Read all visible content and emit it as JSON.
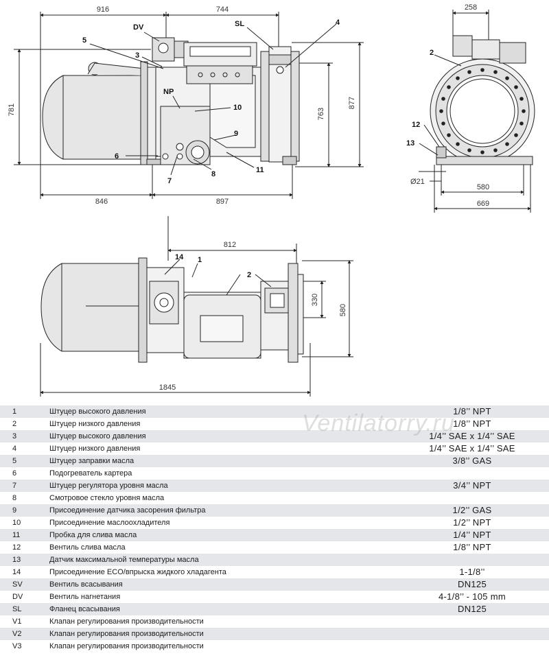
{
  "drawing": {
    "side_view": {
      "dims_top": [
        "916",
        "744"
      ],
      "dims_bottom": [
        "846",
        "897"
      ],
      "dims_left": [
        "781"
      ],
      "dims_right": [
        "763",
        "877"
      ],
      "callouts": [
        "DV",
        "SL",
        "5",
        "3",
        "4",
        "NP",
        "10",
        "9",
        "6",
        "7",
        "8",
        "11"
      ]
    },
    "front_view": {
      "dims_top": [
        "258"
      ],
      "dims_bottom": [
        "580",
        "669"
      ],
      "dim_hole": "Ø21",
      "callouts": [
        "2",
        "12",
        "13"
      ]
    },
    "top_view": {
      "dims_top": [
        "812"
      ],
      "dims_right": [
        "330",
        "580"
      ],
      "dims_bottom": [
        "1845"
      ],
      "callouts": [
        "14",
        "1",
        "2"
      ]
    }
  },
  "legend": [
    {
      "code": "1",
      "desc": "Штуцер высокого давления",
      "spec": "1/8’’ NPT"
    },
    {
      "code": "2",
      "desc": "Штуцер низкого давления",
      "spec": "1/8’’ NPT"
    },
    {
      "code": "3",
      "desc": "Штуцер высокого давления",
      "spec": "1/4’’ SAE x 1/4’’ SAE"
    },
    {
      "code": "4",
      "desc": "Штуцер низкого давления",
      "spec": "1/4’’ SAE x 1/4’’ SAE"
    },
    {
      "code": "5",
      "desc": "Штуцер заправки масла",
      "spec": "3/8’’ GAS"
    },
    {
      "code": "6",
      "desc": "Подогреватель картера",
      "spec": ""
    },
    {
      "code": "7",
      "desc": "Штуцер регулятора уровня масла",
      "spec": "3/4’’ NPT"
    },
    {
      "code": "8",
      "desc": "Смотровое стекло уровня масла",
      "spec": ""
    },
    {
      "code": "9",
      "desc": "Присоединение датчика засорения фильтра",
      "spec": "1/2’’ GAS"
    },
    {
      "code": "10",
      "desc": "Присоединение маслоохладителя",
      "spec": "1/2’’ NPT"
    },
    {
      "code": "11",
      "desc": "Пробка для слива масла",
      "spec": "1/4’’ NPT"
    },
    {
      "code": "12",
      "desc": "Вентиль слива масла",
      "spec": "1/8’’ NPT"
    },
    {
      "code": "13",
      "desc": "Датчик максимальной температуры масла",
      "spec": ""
    },
    {
      "code": "14",
      "desc": "Присоединение ECO/впрыска жидкого хладагента",
      "spec": "1-1/8’’"
    },
    {
      "code": "SV",
      "desc": "Вентиль всасывания",
      "spec": "DN125"
    },
    {
      "code": "DV",
      "desc": "Вентиль нагнетания",
      "spec": "4-1/8’’ - 105 mm"
    },
    {
      "code": "SL",
      "desc": "Фланец всасывания",
      "spec": "DN125"
    },
    {
      "code": "V1",
      "desc": "Клапан регулирования производительности",
      "spec": ""
    },
    {
      "code": "V2",
      "desc": "Клапан регулирования производительности",
      "spec": ""
    },
    {
      "code": "V3",
      "desc": "Клапан регулирования производительности",
      "spec": ""
    }
  ],
  "watermark": "Ventilatorry.ru",
  "colors": {
    "row_shade": "#e4e6ea",
    "line": "#222222",
    "body_fill": "#e6e6e6"
  }
}
